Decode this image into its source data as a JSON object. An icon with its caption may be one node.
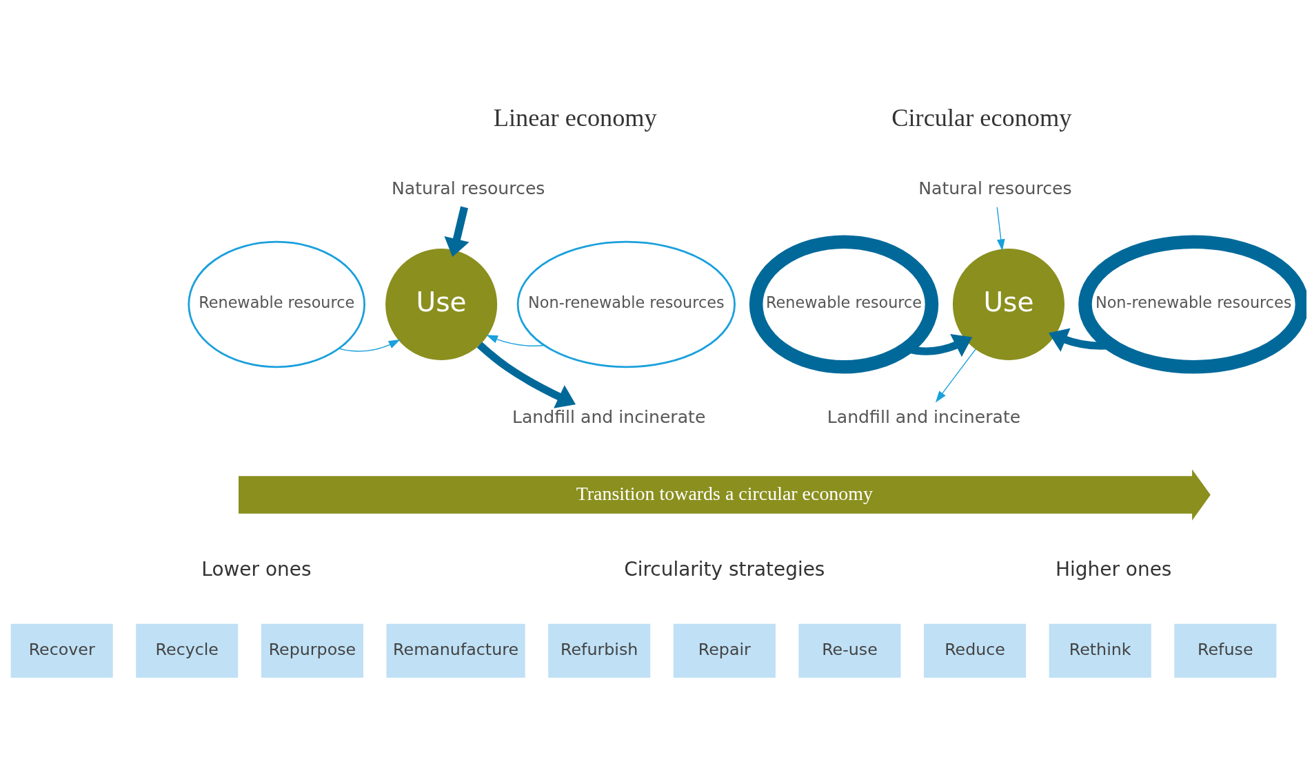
{
  "diagram": {
    "nodes": [
      {
        "text": [
          "Natural resources"
        ]
      },
      {
        "text": [
          "Use"
        ]
      },
      {
        "text": [
          "Landfill and incinerate"
        ]
      },
      {
        "text": [
          "Renewable resource"
        ]
      },
      {
        "text": [
          "Non-renewable resources"
        ]
      },
      {
        "text": [
          "Natural resources"
        ]
      },
      {
        "text": [
          "Use"
        ]
      },
      {
        "text": [
          "Landfill and incinerate"
        ]
      },
      {
        "text": [
          "Renewable resource"
        ]
      },
      {
        "text": [
          "Non-renewable resources"
        ]
      },
      {
        "text": [
          "Transition towards a circular economy"
        ]
      },
      {
        "text": [
          "Recover"
        ]
      },
      {
        "text": [
          "Recycle"
        ]
      },
      {
        "text": [
          "Repurpose"
        ]
      },
      {
        "text": [
          "Remanufacture"
        ]
      },
      {
        "text": [
          "Refurbish"
        ]
      },
      {
        "text": [
          "Repair"
        ]
      },
      {
        "text": [
          "Re-use"
        ]
      },
      {
        "text": [
          "Reduce"
        ]
      },
      {
        "text": [
          "Rethink"
        ]
      },
      {
        "text": [
          "Refuse"
        ]
      }
    ],
    "edges": [
      {
        "from": 0,
        "to": 1,
        "arrow": "to",
        "style": "thick",
        "color": "#00699a"
      },
      {
        "from": 1,
        "to": 2,
        "arrow": "to",
        "style": "thick",
        "color": "#00699a"
      },
      {
        "from": 3,
        "to": 1,
        "arrow": "to"
      },
      {
        "from": 4,
        "to": 1,
        "arrow": "to"
      },
      {
        "from": 5,
        "to": 6,
        "arrow": "to"
      },
      {
        "from": 6,
        "to": 7,
        "arrow": "to"
      },
      {
        "from": 8,
        "to": 6,
        "arrow": "to",
        "style": "thick",
        "color": "#00699a"
      },
      {
        "from": 9,
        "to": 6,
        "arrow": "to",
        "style": "thick",
        "color": "#00699a"
      }
    ],
    "labels": [
      "Linear economy",
      "Circular economy",
      "Lower ones",
      "Circularity strategies",
      "Higher ones"
    ]
  }
}
